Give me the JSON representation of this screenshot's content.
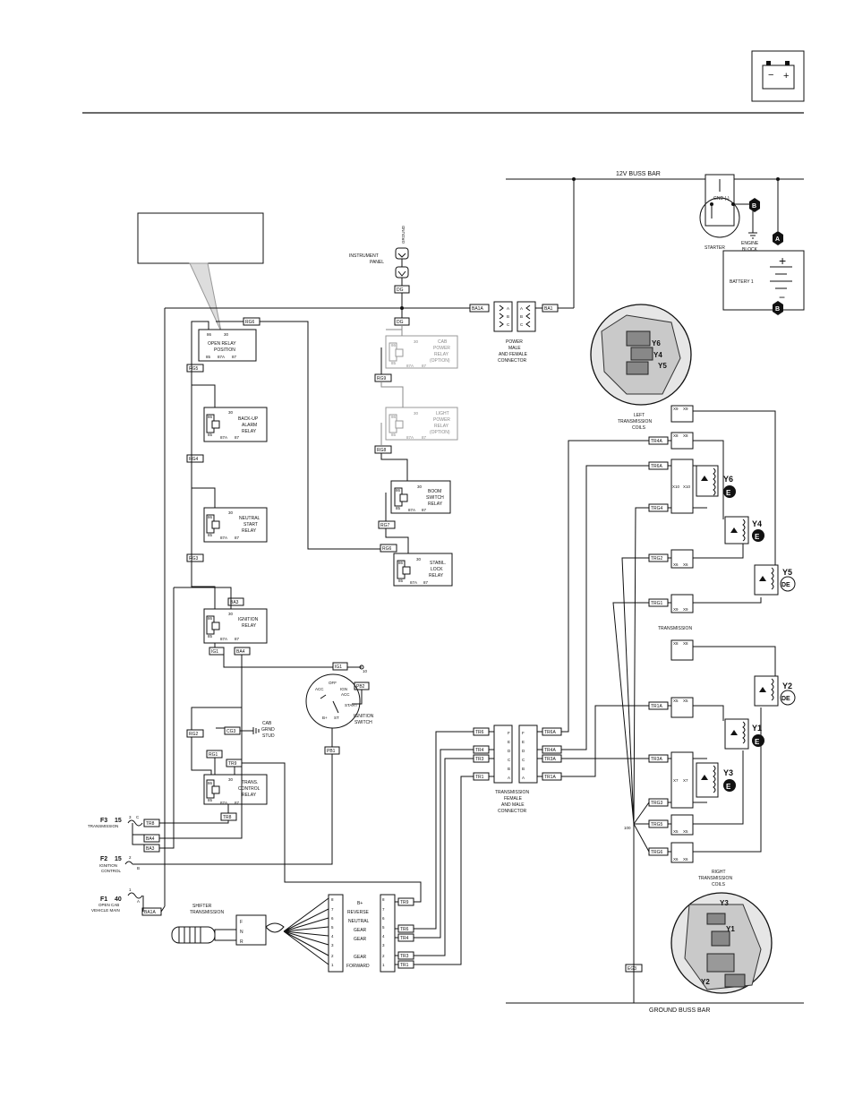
{
  "header": {
    "battery_icon": "battery-icon",
    "minus": "−",
    "plus": "+"
  },
  "labels": {
    "buss_12v": "12V BUSS BAR",
    "ground_buss": "GROUND BUSS BAR",
    "instrument_panel": [
      "INSTRUMENT",
      "PANEL"
    ],
    "ground_vertical": "GROUND",
    "gnd_minus": "GND (-)",
    "starter": "STARTER",
    "engine_block": [
      "ENGINE",
      "BLOCK"
    ],
    "battery1": "BATTERY 1",
    "power_connector": [
      "POWER",
      "MALE",
      "AND FEMALE",
      "CONNECTOR"
    ],
    "left_coils": [
      "LEFT",
      "TRANSMISSION",
      "COILS"
    ],
    "right_coils": [
      "RIGHT",
      "TRANSMISSION",
      "COILS"
    ],
    "transmission": "TRANSMISSION",
    "trans_connector": [
      "TRANSMISSION",
      "FEMALE",
      "AND MALE",
      "CONNECTOR"
    ],
    "ignition_switch": [
      "IGNITION",
      "SWITCH"
    ],
    "cab_grnd_stud": [
      "CAB",
      "GRND",
      "STUD"
    ],
    "shifter": [
      "SHIFTER",
      "TRANSMISSION"
    ],
    "shifter_fnr": [
      "F",
      "N",
      "R"
    ],
    "shifter_pins": [
      "B+",
      "REVERSE",
      "NEUTRAL",
      "GEAR",
      "GEAR",
      "GEAR",
      "FORWARD"
    ],
    "hundred": "100",
    "ten": "10"
  },
  "relays": {
    "open_relay": [
      "OPEN RELAY",
      "POSITION"
    ],
    "backup": [
      "BACK-UP",
      "ALARM",
      "RELAY"
    ],
    "neutral": [
      "NEUTRAL",
      "START",
      "RELAY"
    ],
    "ignition": [
      "IGNITION",
      "RELAY"
    ],
    "trans_ctrl": [
      "TRANS.",
      "CONTROL",
      "RELAY"
    ],
    "cab_power": [
      "CAB",
      "POWER",
      "RELAY",
      "(OPTION)"
    ],
    "light_power": [
      "LIGHT",
      "POWER",
      "RELAY",
      "(OPTION)"
    ],
    "boom_switch": [
      "BOOM",
      "SWITCH",
      "RELAY"
    ],
    "stabil_lock": [
      "STABIL.",
      "LOCK",
      "RELAY"
    ],
    "pins": {
      "p86": "86",
      "p85": "85",
      "p30": "30",
      "p87a": "87A",
      "p87": "87"
    }
  },
  "fuses": {
    "f3": {
      "name": "F3",
      "amps": "15",
      "label": "TRANSMISSION"
    },
    "f2": {
      "name": "F2",
      "amps": "15",
      "label": [
        "IGNITION",
        "CONTROL"
      ]
    },
    "f1": {
      "name": "F1",
      "amps": "40",
      "label": [
        "OPEN CAB",
        "VEHICLE MAIN"
      ]
    }
  },
  "wire_tags": {
    "RG6": "RG6",
    "RG5": "RG5",
    "RG4": "RG4",
    "RG3": "RG3",
    "RG2": "RG2",
    "RG9": "RG9",
    "RG8": "RG8",
    "RG7": "RG7",
    "RG6b": "RG6",
    "BA3": "BA3",
    "BA4": "BA4",
    "BA1A": "BA1A",
    "BA1": "BA1",
    "IG1": "IG1",
    "PB2": "PB2",
    "PB1": "PB1",
    "CG3": "CG3",
    "RG1": "RG1",
    "TR9": "TR9",
    "TR8": "TR8",
    "TR6": "TR6",
    "TR4": "TR4",
    "TR3": "TR3",
    "TR1": "TR1",
    "TR6A": "TR6A",
    "TR4A": "TR4A",
    "TR3A": "TR3A",
    "TR1A": "TR1A",
    "TRG4": "TRG4",
    "TRG2": "TRG2",
    "TRG1": "TRG1",
    "TRG3": "TRG3",
    "TRG5": "TRG5",
    "TRG6": "TRG6",
    "DG": "DG",
    "EG3": "EG3"
  },
  "coils": {
    "Y6": {
      "name": "Y6",
      "type": "E"
    },
    "Y4": {
      "name": "Y4",
      "type": "E"
    },
    "Y5": {
      "name": "Y5",
      "type": "DE"
    },
    "Y2": {
      "name": "Y2",
      "type": "DE"
    },
    "Y1": {
      "name": "Y1",
      "type": "E"
    },
    "Y3": {
      "name": "Y3",
      "type": "E"
    }
  },
  "ground_markers": {
    "A": "A",
    "B": "B"
  },
  "ign_positions": {
    "off": "OFF",
    "acc": "ACC",
    "ign": "IGN",
    "acc2": "ACC",
    "start": "START",
    "bplus": "B+",
    "st": "ST"
  }
}
